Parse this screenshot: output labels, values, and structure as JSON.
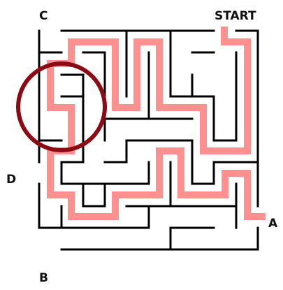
{
  "labels": {
    "start": "START",
    "c": "C",
    "d": "D",
    "a": "A",
    "b": "B"
  },
  "colors": {
    "background": "#ffffff",
    "walls": "#000000",
    "solution_path": "#ff9090",
    "highlight_circle": "#8b0a14",
    "label_text": "#111111"
  }
}
